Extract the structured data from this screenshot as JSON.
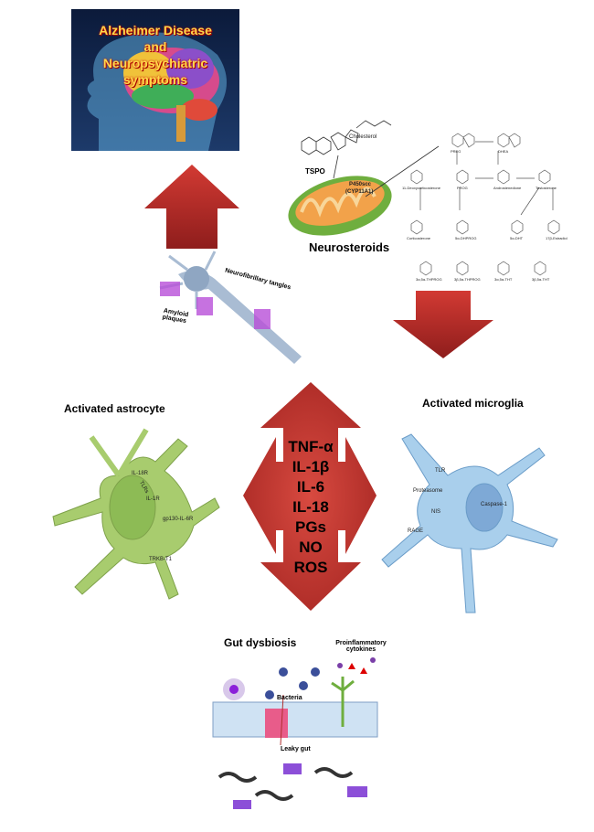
{
  "brain_panel": {
    "title_line1": "Alzheimer Disease",
    "title_line2": "and",
    "title_line3": "Neuropsychiatric symptoms"
  },
  "neurosteroids": {
    "title": "Neurosteroids",
    "cholesterol": "Cholesterol",
    "tspo": "TSPO",
    "enzyme": "P450scc",
    "enzyme_gene": "(CYP11A1)",
    "compounds": [
      "PREG",
      "DHEA",
      "PROG",
      "Androstenedione",
      "Testosterone",
      "11-Deoxycorticosterone",
      "5α-DHPROG",
      "5α-DHT",
      "17β-Estradiol",
      "Corticosterone",
      "3α,5α-THPROG",
      "3β,5α-THPROG",
      "3α,5α-THT",
      "3β,5α-THT"
    ]
  },
  "neuron": {
    "tangles": "Neurofibrillary tangles",
    "plaques": "Amyloid plaques"
  },
  "astrocyte": {
    "title": "Activated astrocyte",
    "receptors": [
      "IL-18R",
      "TLRs",
      "IL-1R",
      "gp130-IL-6R",
      "TRKB-T1"
    ]
  },
  "microglia": {
    "title": "Activated microglia",
    "labels": [
      "TLR",
      "Proteasome",
      "NIS",
      "RAGE",
      "Caspase-1"
    ]
  },
  "cytokines": {
    "items": [
      "TNF-α",
      "IL-1β",
      "IL-6",
      "IL-18",
      "PGs",
      "NO",
      "ROS"
    ]
  },
  "gut": {
    "title": "Gut dysbiosis",
    "proinflammatory": "Proinflammatory cytokines",
    "bacteria": "Bacteria",
    "leaky": "Leaky gut"
  },
  "colors": {
    "arrow": "#c0302c",
    "astrocyte": "#a8cc6e",
    "microglia": "#a9cfec"
  }
}
